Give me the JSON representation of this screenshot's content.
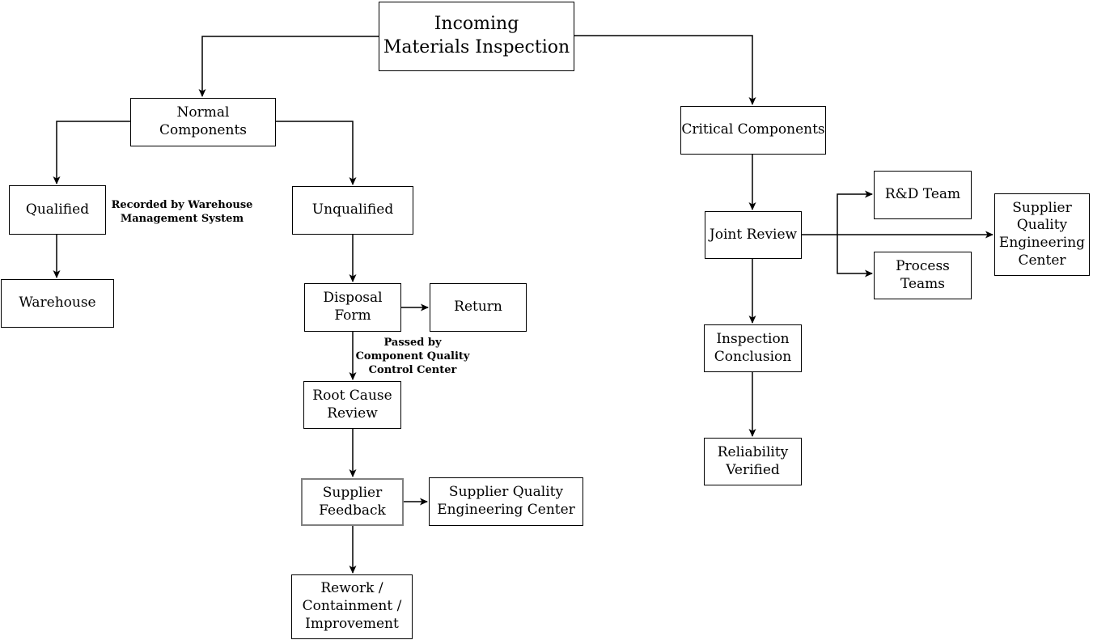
{
  "diagram": {
    "colors": {
      "background": "#ffffff",
      "line": "#000000",
      "box_border": "#000000",
      "highlight_border": "#808080",
      "text": "#000000"
    },
    "nodes": {
      "incoming": {
        "label": "Incoming\nMaterials Inspection"
      },
      "normal_components": {
        "label": "Normal Components"
      },
      "critical_components": {
        "label": "Critical Components"
      },
      "qualified": {
        "label": "Qualified"
      },
      "unqualified": {
        "label": "Unqualified"
      },
      "warehouse": {
        "label": "Warehouse"
      },
      "disposal_form": {
        "label": "Disposal\nForm"
      },
      "return": {
        "label": "Return"
      },
      "root_cause_review": {
        "label": "Root Cause\nReview"
      },
      "supplier_feedback": {
        "label": "Supplier\nFeedback"
      },
      "sqec_left": {
        "label": "Supplier Quality\nEngineering Center"
      },
      "rework": {
        "label": "Rework /\nContainment /\nImprovement"
      },
      "joint_review": {
        "label": "Joint Review"
      },
      "rd_team": {
        "label": "R&D Team"
      },
      "process_teams": {
        "label": "Process\nTeams"
      },
      "sqec_right": {
        "label": "Supplier\nQuality\nEngineering\nCenter"
      },
      "inspection_conclusion": {
        "label": "Inspection\nConclusion"
      },
      "reliability_verified": {
        "label": "Reliability\nVerified"
      }
    },
    "annotations": {
      "recorded_by": "Recorded by Warehouse\nManagement System",
      "passed_by": "Passed by\nComponent Quality\nControl Center"
    },
    "edges": [
      {
        "from": "incoming",
        "to": "normal_components"
      },
      {
        "from": "incoming",
        "to": "critical_components"
      },
      {
        "from": "normal_components",
        "to": "qualified"
      },
      {
        "from": "normal_components",
        "to": "unqualified"
      },
      {
        "from": "qualified",
        "to": "warehouse"
      },
      {
        "from": "unqualified",
        "to": "disposal_form"
      },
      {
        "from": "disposal_form",
        "to": "return"
      },
      {
        "from": "disposal_form",
        "to": "root_cause_review"
      },
      {
        "from": "root_cause_review",
        "to": "supplier_feedback"
      },
      {
        "from": "supplier_feedback",
        "to": "sqec_left"
      },
      {
        "from": "supplier_feedback",
        "to": "rework"
      },
      {
        "from": "critical_components",
        "to": "joint_review"
      },
      {
        "from": "joint_review",
        "to": "rd_team"
      },
      {
        "from": "joint_review",
        "to": "process_teams"
      },
      {
        "from": "joint_review",
        "to": "sqec_right"
      },
      {
        "from": "joint_review",
        "to": "inspection_conclusion"
      },
      {
        "from": "inspection_conclusion",
        "to": "reliability_verified"
      }
    ]
  }
}
